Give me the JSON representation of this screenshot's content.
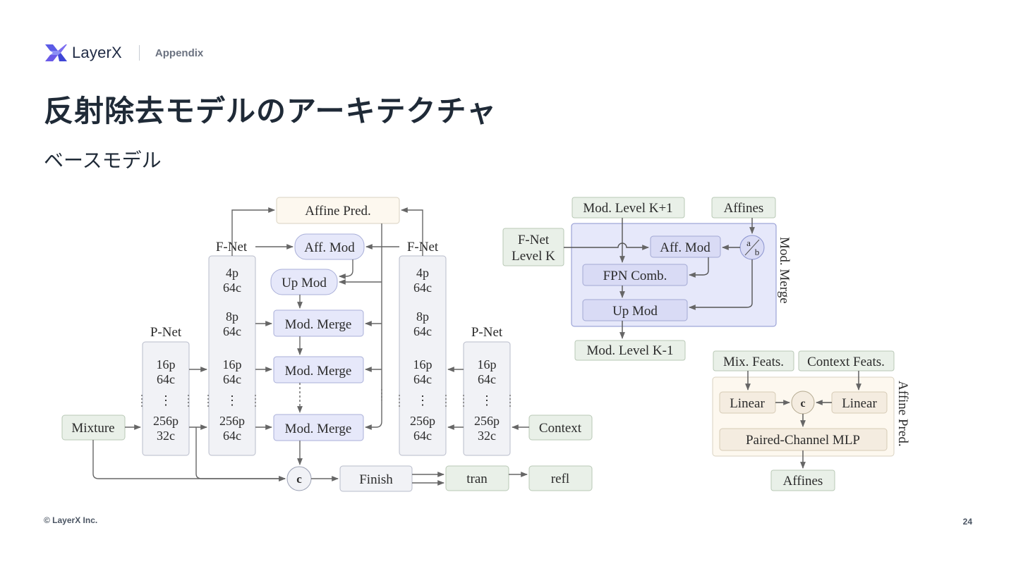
{
  "header": {
    "brand": "LayerX",
    "section": "Appendix"
  },
  "title": "反射除去モデルのアーキテクチャ",
  "subtitle": "ベースモデル",
  "footer": {
    "copyright": "© LayerX Inc.",
    "page": "24"
  },
  "colors": {
    "green": "#e9f0e8",
    "blue": "#e6e8fa",
    "grey": "#f1f2f6",
    "cream": "#fdf8ef",
    "arrow": "#666666",
    "brand": "#4f46e5"
  },
  "diagram": {
    "affine_pred": "Affine Pred.",
    "fnet_left": "F-Net",
    "fnet_right": "F-Net",
    "pnet_left": "P-Net",
    "pnet_right": "P-Net",
    "aff_mod": "Aff. Mod",
    "up_mod": "Up Mod",
    "mod_merge": "Mod. Merge",
    "mixture": "Mixture",
    "context": "Context",
    "finish": "Finish",
    "tran": "tran",
    "refl": "refl",
    "concat": "c",
    "dots": "⋮",
    "pnet_l_cells": [
      [
        "16p",
        "64c"
      ],
      [
        "256p",
        "32c"
      ]
    ],
    "fnet_l_cells": [
      [
        "4p",
        "64c"
      ],
      [
        "8p",
        "64c"
      ],
      [
        "16p",
        "64c"
      ],
      [
        "256p",
        "64c"
      ]
    ],
    "fnet_r_cells": [
      [
        "4p",
        "64c"
      ],
      [
        "8p",
        "64c"
      ],
      [
        "16p",
        "64c"
      ],
      [
        "256p",
        "64c"
      ]
    ],
    "pnet_r_cells": [
      [
        "16p",
        "64c"
      ],
      [
        "256p",
        "32c"
      ]
    ],
    "mm": {
      "level_up": "Mod. Level K+1",
      "affines": "Affines",
      "fnet_level": [
        "F-Net",
        "Level K"
      ],
      "aff_mod": "Aff. Mod",
      "ab": [
        "a",
        "b"
      ],
      "fpn_comb": "FPN Comb.",
      "up_mod": "Up Mod",
      "side_label": "Mod. Merge",
      "level_down": "Mod. Level K-1"
    },
    "ap": {
      "mix_feats": "Mix. Feats.",
      "context_feats": "Context Feats.",
      "linear": "Linear",
      "concat": "c",
      "mlp": "Paired-Channel MLP",
      "side_label": "Affine Pred.",
      "affines": "Affines"
    }
  }
}
